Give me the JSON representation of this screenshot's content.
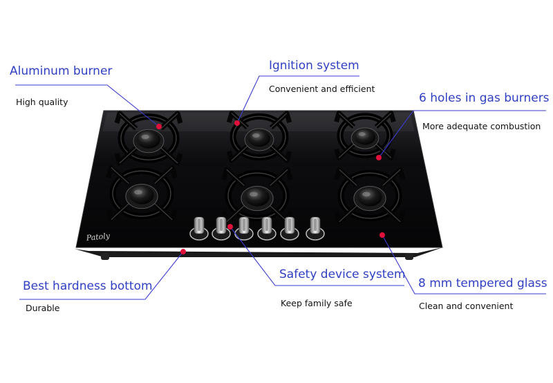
{
  "brand": "Patoly",
  "callouts": {
    "aluminum": {
      "title": "Aluminum burner",
      "subtitle": "High quality"
    },
    "ignition": {
      "title": "Ignition system",
      "subtitle": "Convenient and efficient"
    },
    "holes": {
      "title": "6 holes in gas burners",
      "subtitle": "More adequate combustion"
    },
    "hardness": {
      "title": "Best hardness bottom",
      "subtitle": "Durable"
    },
    "safety": {
      "title": "Safety device system",
      "subtitle": "Keep family safe"
    },
    "glass": {
      "title": "8 mm tempered glass",
      "subtitle": "Clean and convenient"
    }
  },
  "colors": {
    "title_text": "#2f3fc4",
    "leader_line": "#3a3ad0",
    "marker_dot": "#e0103a",
    "glass_top": "#0b0b0d"
  }
}
